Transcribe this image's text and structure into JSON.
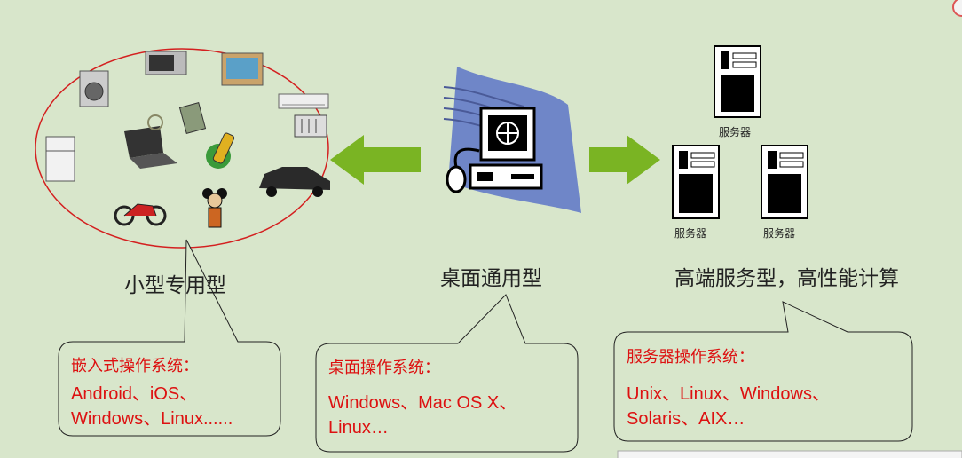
{
  "categories": {
    "small": "小型专用型",
    "desktop": "桌面通用型",
    "server": "高端服务型，高性能计算"
  },
  "server_caption": "服务器",
  "bubbles": {
    "embedded": {
      "title": "嵌入式操作系统：",
      "line1": "Android、iOS、",
      "line2": "Windows、Linux......"
    },
    "desktop": {
      "title": "桌面操作系统：",
      "line1": "Windows、Mac OS X、",
      "line2": "Linux…"
    },
    "server": {
      "title": "服务器操作系统：",
      "line1": "Unix、Linux、Windows、",
      "line2": "Solaris、AIX…"
    }
  },
  "colors": {
    "background": "#d8e6cb",
    "arrow": "#7ab423",
    "ellipse": "#d42020",
    "bubble_text": "#dd1111"
  }
}
